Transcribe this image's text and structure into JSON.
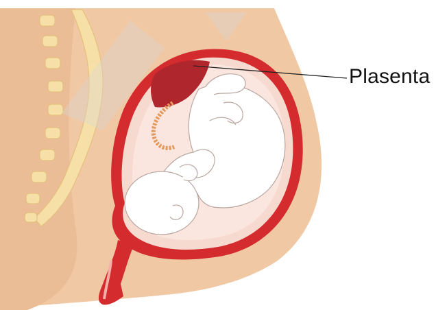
{
  "diagram": {
    "labels": {
      "placenta": "Plasenta"
    },
    "colors": {
      "skin": "#f0c8a4",
      "skin_dark": "#e9b792",
      "uterus_wall": "#d32b2e",
      "amniotic": "#f6d9cf",
      "placenta": "#b0262d",
      "fetus": "#ffffff",
      "spine": "#f7dfa8",
      "watermark": "#dcdcdc"
    },
    "icons": [
      "spine-illustration",
      "fetus-illustration",
      "umbilical-cord",
      "placenta-shape"
    ]
  }
}
